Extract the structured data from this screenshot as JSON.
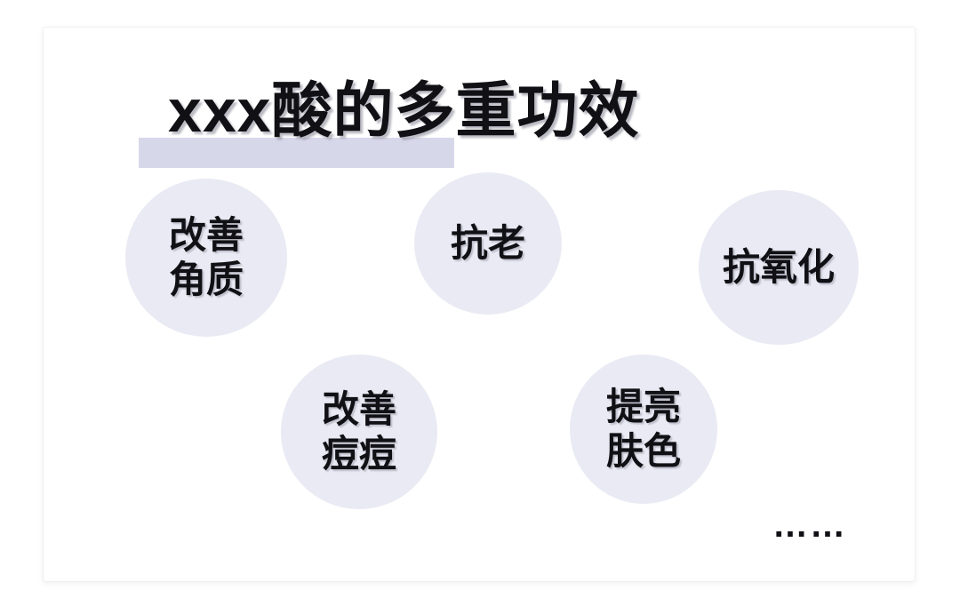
{
  "slide": {
    "title": "xxx酸的多重功效",
    "highlight_color": "#d6d8ea",
    "bubble_color": "#e9eaf3",
    "text_color": "#101015",
    "background_color": "#ffffff",
    "ellipsis": "……"
  },
  "benefits": [
    {
      "id": "jiaozhi",
      "line1": "改善",
      "line2": "角质",
      "full": "改善角质"
    },
    {
      "id": "kanglao",
      "line1": "抗老",
      "line2": "",
      "full": "抗老"
    },
    {
      "id": "kangyang",
      "line1": "抗氧化",
      "line2": "",
      "full": "抗氧化"
    },
    {
      "id": "doudou",
      "line1": "改善",
      "line2": "痘痘",
      "full": "改善痘痘"
    },
    {
      "id": "fuse",
      "line1": "提亮",
      "line2": "肤色",
      "full": "提亮肤色"
    }
  ]
}
